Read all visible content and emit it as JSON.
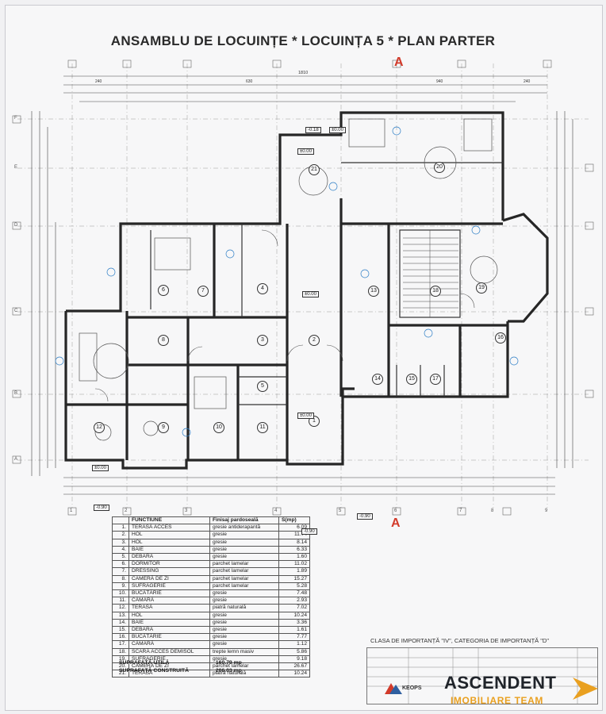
{
  "title": "ANSAMBLU DE LOCUINȚE * LOCUINȚA 5 * PLAN PARTER",
  "section_marker": "A",
  "overall_width": "1810",
  "dims_top": [
    "240",
    "630",
    "940",
    "240"
  ],
  "levels": [
    "±0.00",
    "±0.00",
    "±0.00",
    "±0.00",
    "±0.00",
    "-0.18",
    "-0.90",
    "-0.90",
    "-0.90"
  ],
  "axes_numbers": [
    "1",
    "2",
    "3",
    "4",
    "5",
    "6",
    "7",
    "8",
    "9"
  ],
  "axes_letters": [
    "A",
    "B",
    "C",
    "D",
    "E",
    "F"
  ],
  "rooms": [
    "1",
    "2",
    "3",
    "4",
    "5",
    "6",
    "7",
    "8",
    "9",
    "10",
    "11",
    "12",
    "13",
    "14",
    "15",
    "16",
    "17",
    "18",
    "19",
    "20",
    "21"
  ],
  "table": {
    "headers": [
      "",
      "FUNCTIUNE",
      "Finisaj pardoseală",
      "S(mp)"
    ],
    "rows": [
      [
        "1.",
        "TERASĂ ACCES",
        "gresie antiderapantă",
        "6.09"
      ],
      [
        "2.",
        "HOL",
        "gresie",
        "11.74"
      ],
      [
        "3.",
        "HOL",
        "gresie",
        "8.14"
      ],
      [
        "4.",
        "BAIE",
        "gresie",
        "6.33"
      ],
      [
        "5.",
        "DEBARA",
        "gresie",
        "1.60"
      ],
      [
        "6.",
        "DORMITOR",
        "parchet lamelar",
        "11.02"
      ],
      [
        "7.",
        "DRESSING",
        "parchet lamelar",
        "1.89"
      ],
      [
        "8.",
        "CAMERĂ DE ZI",
        "parchet lamelar",
        "15.27"
      ],
      [
        "9.",
        "SUFRAGERIE",
        "parchet lamelar",
        "5.28"
      ],
      [
        "10.",
        "BUCĂTĂRIE",
        "gresie",
        "7.48"
      ],
      [
        "11.",
        "CĂMARĂ",
        "gresie",
        "2.93"
      ],
      [
        "12.",
        "TERASĂ",
        "piatră naturală",
        "7.02"
      ],
      [
        "13.",
        "HOL",
        "gresie",
        "10.24"
      ],
      [
        "14.",
        "BAIE",
        "gresie",
        "3.36"
      ],
      [
        "15.",
        "DEBARA",
        "gresie",
        "1.61"
      ],
      [
        "16.",
        "BUCĂTĂRIE",
        "gresie",
        "7.77"
      ],
      [
        "17.",
        "CĂMARĂ",
        "gresie",
        "1.12"
      ],
      [
        "18.",
        "SCARĂ ACCES DEMISOL",
        "trepte lemn masiv",
        "5.86"
      ],
      [
        "19.",
        "SUFRAGERIE",
        "gresie",
        "9.18"
      ],
      [
        "20.",
        "CAMERĂ DE ZI",
        "parchet lamelar",
        "26.67"
      ],
      [
        "21.",
        "TERASĂ",
        "piatră naturală",
        "10.24"
      ]
    ],
    "total_useful_label": "SUPRAFAȚĂ UTILĂ",
    "total_useful_value": "160.79 mp",
    "total_built_label": "SUPRAFAȚĂ CONSTRUITĂ",
    "total_built_value": "206.03 mp"
  },
  "category_text": "CLASA DE IMPORTANȚĂ \"IV\", CATEGORIA DE IMPORTANȚĂ \"D\"",
  "company": "KEOPS",
  "watermark": {
    "line1": "ASCENDENT",
    "line2": "IMOBILIARE TEAM"
  },
  "colors": {
    "wall": "#2b2b2b",
    "dimension": "#3a3a3a",
    "blue_annotation": "#2f7fc6",
    "watermark_orange": "#e9a020",
    "section_red": "#d23a2a"
  }
}
